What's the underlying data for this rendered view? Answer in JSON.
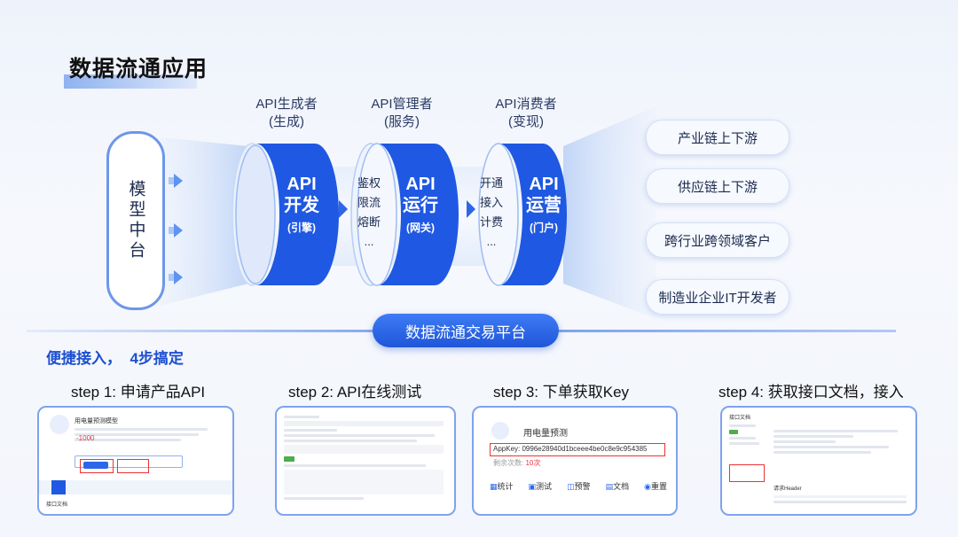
{
  "title": "数据流通应用",
  "roles": [
    {
      "name": "API生成者",
      "sub": "(生成)"
    },
    {
      "name": "API管理者",
      "sub": "(服务)"
    },
    {
      "name": "API消费者",
      "sub": "(变现)"
    }
  ],
  "source": "模型中台",
  "cylinders": [
    {
      "line1": "API",
      "line2": "开发",
      "sub": "(引擎)"
    },
    {
      "line1": "API",
      "line2": "运行",
      "sub": "(网关)"
    },
    {
      "line1": "API",
      "line2": "运营",
      "sub": "(门户)"
    }
  ],
  "gap1": [
    "鉴权",
    "限流",
    "熔断",
    "..."
  ],
  "gap2": [
    "开通",
    "接入",
    "计费",
    "..."
  ],
  "targets": [
    "产业链上下游",
    "供应链上下游",
    "跨行业跨领域客户",
    "制造业企业IT开发者"
  ],
  "platform": "数据流通交易平台",
  "subheading": "便捷接入，  4步搞定",
  "steps": [
    {
      "label": "step 1: 申请产品API"
    },
    {
      "label": "step 2: API在线测试"
    },
    {
      "label": "step 3: 下单获取Key"
    },
    {
      "label": "step 4: 获取接口文档，接入"
    }
  ],
  "card1": {
    "title": "用电量预测模型",
    "price": "-1000",
    "tab": "接口文档"
  },
  "card3": {
    "title": "用电量预测",
    "appkey": "AppKey: 0996e28940d1bceee4be0c8e9c954385",
    "count_label": "剩余次数: ",
    "count_value": "10次",
    "actions": [
      "统计",
      "测试",
      "预警",
      "文档",
      "重置"
    ]
  },
  "card4": {
    "tab": "接口文档",
    "section": "请求Header"
  }
}
